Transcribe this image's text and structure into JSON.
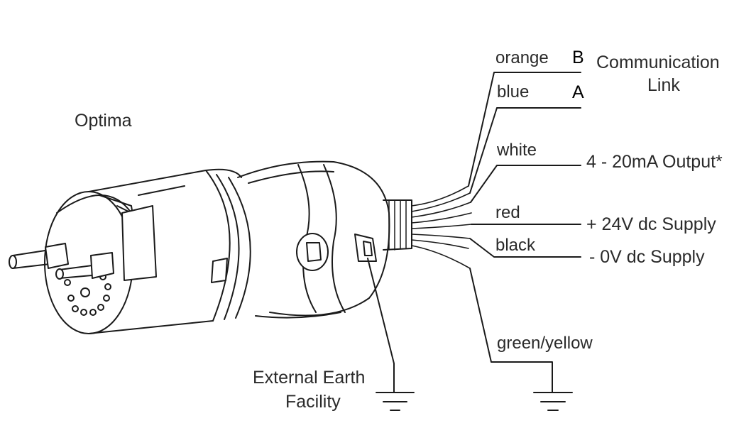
{
  "device_label": "Optima",
  "wires": {
    "orange": "orange",
    "blue": "blue",
    "white": "white",
    "red": "red",
    "black": "black",
    "green_yellow": "green/yellow"
  },
  "terminals": {
    "b": "B",
    "a": "A"
  },
  "signals": {
    "comm_line1": "Communication",
    "comm_line2": "Link",
    "output": "4 - 20mA Output*",
    "supply_pos": "+ 24V dc Supply",
    "supply_neg": "- 0V dc Supply"
  },
  "earth": {
    "line1": "External Earth",
    "line2": "Facility"
  }
}
